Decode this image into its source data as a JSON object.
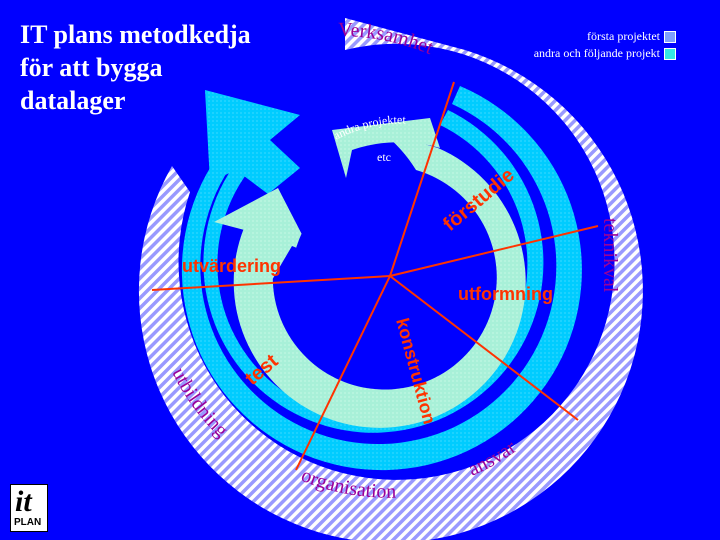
{
  "title": "IT plans metodkedja\nför  att bygga\ndatalager",
  "legend": {
    "first": {
      "label": "första projektet",
      "color": "#7f9fff"
    },
    "next": {
      "label": "andra och följande projekt",
      "color": "#33e6e6"
    }
  },
  "outer_ring": {
    "top": "Verksamhet",
    "right": "teknikval",
    "bottom_right": "ansvar",
    "bottom": "organisation",
    "left": "utbildning"
  },
  "phases": {
    "forstudie": "förstudie",
    "utformning": "utformning",
    "konstruktion": "konstruktion",
    "test": "test",
    "utvardering": "utvärdering"
  },
  "inner_note": {
    "line1": "andra projektet",
    "line2": "etc"
  },
  "logo": {
    "mark": "it",
    "text": "PLAN"
  },
  "colors": {
    "background": "#0000ff",
    "hatch_stripe": "#9999ff",
    "ring_middle": "#00ccff",
    "ring_inner": "#a8f0d8",
    "divider": "#ff3300",
    "phase_text": "#ff3300",
    "outer_text": "#990099"
  }
}
